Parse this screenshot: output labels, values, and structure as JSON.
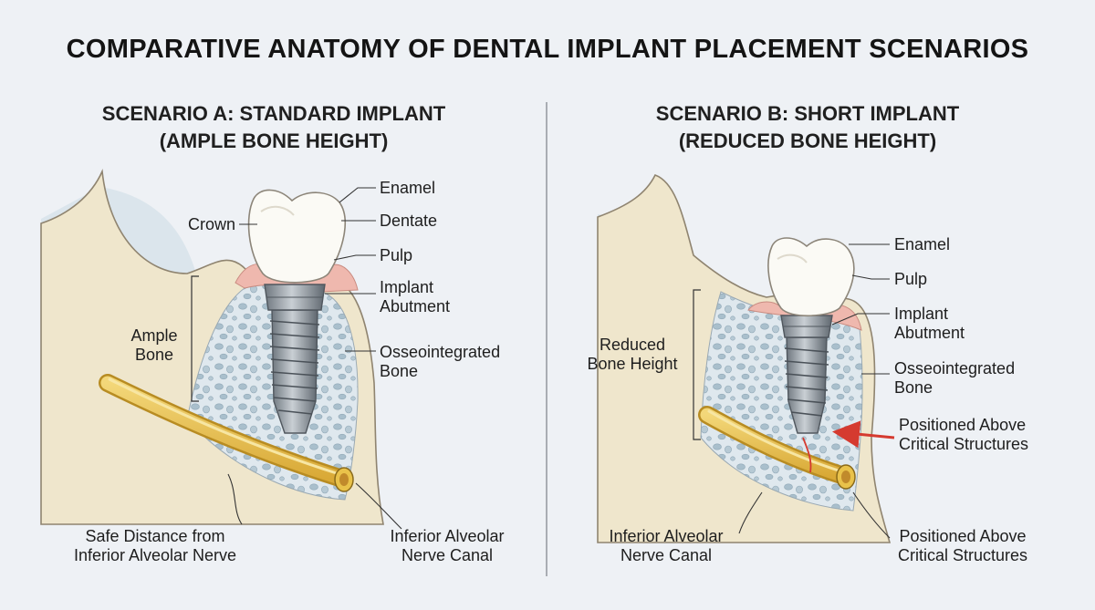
{
  "title": "COMPARATIVE ANATOMY OF DENTAL IMPLANT PLACEMENT SCENARIOS",
  "scenario_a": {
    "title_line1": "SCENARIO A: STANDARD IMPLANT",
    "title_line2": "(AMPLE BONE HEIGHT)",
    "labels": {
      "enamel": "Enamel",
      "crown": "Crown",
      "dentate": "Dentate",
      "pulp": "Pulp",
      "implant_abutment_1": "Implant",
      "implant_abutment_2": "Abutment",
      "ample_bone_1": "Ample",
      "ample_bone_2": "Bone",
      "osseo_1": "Osseointegrated",
      "osseo_2": "Bone",
      "safe_1": "Safe Distance from",
      "safe_2": "Inferior Alveolar Nerve",
      "canal_1": "Inferior Alveolar",
      "canal_2": "Nerve Canal"
    }
  },
  "scenario_b": {
    "title_line1": "SCENARIO B: SHORT IMPLANT",
    "title_line2": "(REDUCED BONE HEIGHT)",
    "labels": {
      "enamel": "Enamel",
      "pulp": "Pulp",
      "implant_abutment_1": "Implant",
      "implant_abutment_2": "Abutment",
      "reduced_1": "Reduced",
      "reduced_2": "Bone Height",
      "osseo_1": "Osseointegrated",
      "osseo_2": "Bone",
      "above_1": "Positioned Above",
      "above_2": "Critical Structures",
      "canal_1": "Inferior Alveolar",
      "canal_2": "Nerve Canal",
      "above_b_1": "Positioned Above",
      "above_b_2": "Critical Structures"
    }
  },
  "colors": {
    "bone_outer": "#efe6cc",
    "bone_inner": "#dfe8ee",
    "gum": "#efb8ae",
    "nerve": "#e9c24a",
    "metal": "#8c949c",
    "enamel": "#fbfaf5",
    "arrow": "#d53a2f",
    "soft_tissue": "#d6e2ea"
  }
}
